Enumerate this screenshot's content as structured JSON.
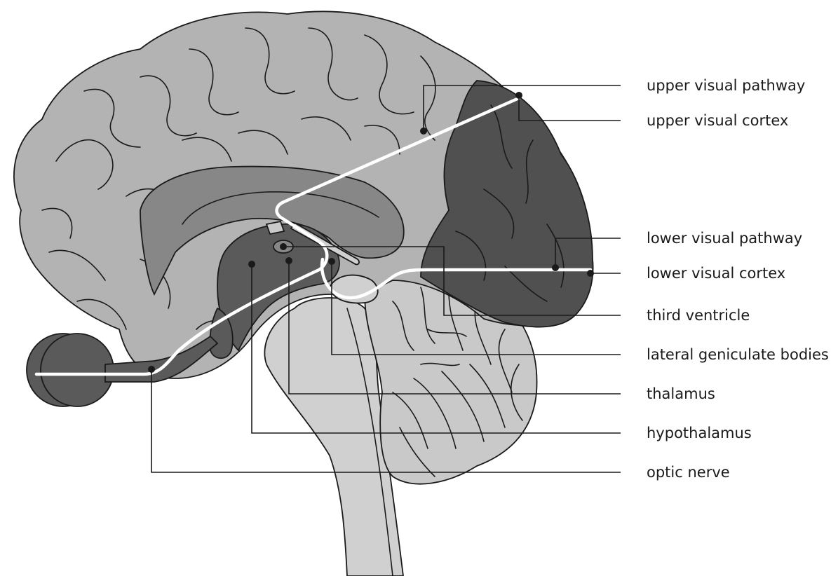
{
  "labels": {
    "upper_visual_pathway": "upper visual pathway",
    "upper_visual_cortex": "upper visual cortex",
    "lower_visual_pathway": "lower visual pathway",
    "lower_visual_cortex": "lower visual cortex",
    "third_ventricle": "third ventricle",
    "lateral_geniculate_bodies": "lateral geniculate bodies",
    "thalamus": "thalamus",
    "hypothalamus": "hypothalamus",
    "optic_nerve": "optic nerve"
  },
  "colors": {
    "cortex": "#b3b3b3",
    "visual_cortex": "#505050",
    "limbic": "#878787",
    "brainstem": "#d0d0d0",
    "cerebellum": "#c9c9c9",
    "deep_structures": "#5a5a5a",
    "pathway": "#ffffff",
    "line": "#1a1a1a"
  }
}
